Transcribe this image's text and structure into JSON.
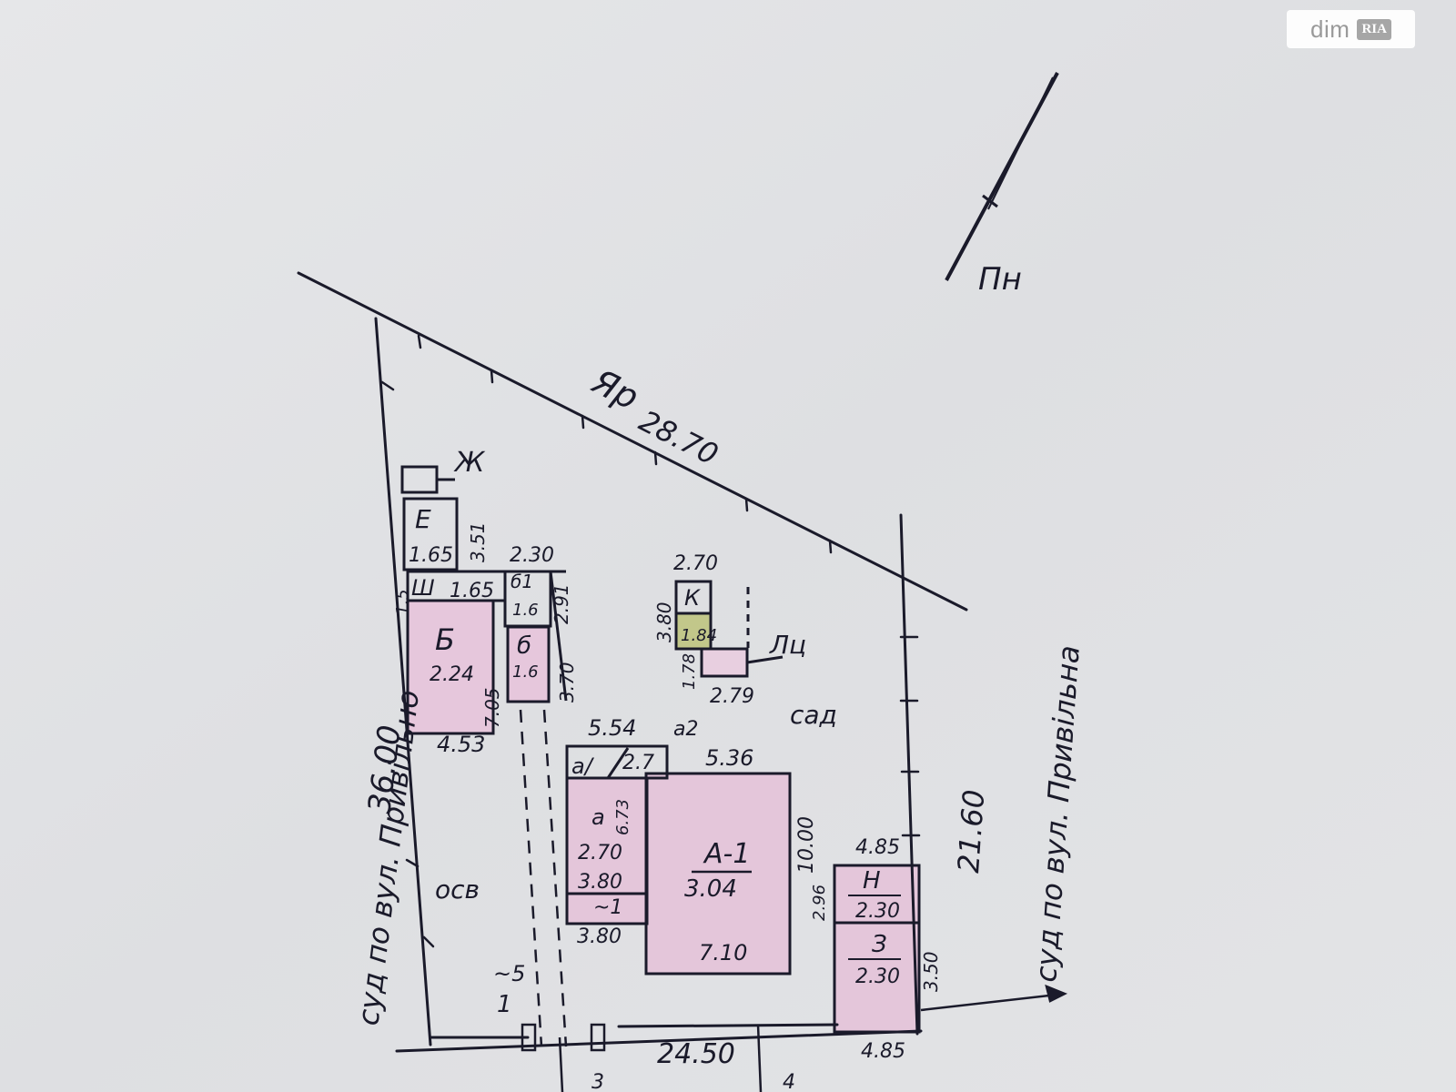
{
  "watermark": {
    "brand": "dim",
    "badge": "RIA"
  },
  "north_label": "Пн",
  "colors": {
    "ink": "#1a1a2a",
    "pink": "#e4c6da",
    "olive": "#c2c78a",
    "paper": "#e4e5e7"
  },
  "plot": {
    "side_top": "28.70",
    "side_top_text": "Яр",
    "side_left": "36.00",
    "side_left_text": "суд по вул. Привільно",
    "side_right": "21.60",
    "side_right_text": "суд по вул. Привільна",
    "side_bottom": "24.50",
    "yard_labels": [
      "осв",
      "сад"
    ]
  },
  "buildings": {
    "A": {
      "label": "А-1",
      "area": "3.04",
      "width": "7.10",
      "height": "10.00",
      "top": "5.36"
    },
    "a": {
      "label": "а",
      "dim1": "2.70",
      "dim2": "3.80",
      "height": "6.73",
      "top": "2.7",
      "sub": "~1",
      "bottom": "3.80",
      "over": "5.54",
      "over_mark": "а2",
      "side": "2.96"
    },
    "a1": {
      "label": "а/"
    },
    "B": {
      "label": "Б",
      "width": "2.24",
      "bottom": "4.53",
      "height": "7.05"
    },
    "b": {
      "label": "б",
      "width": "1.6",
      "height": "3.70"
    },
    "b1": {
      "label": "б1",
      "width": "1.6",
      "height": "2.91",
      "top": "2.30"
    },
    "W": {
      "label": "Ш",
      "width": "1.65",
      "side": "1.5"
    },
    "E": {
      "label": "Е",
      "width": "1.65",
      "height": "3.51"
    },
    "Zh": {
      "label": "Ж"
    },
    "K": {
      "label": "К",
      "width": "1.84",
      "top": "2.70",
      "height": "3.80"
    },
    "L": {
      "label": "Лц",
      "width": "2.79",
      "height": "1.78"
    },
    "H": {
      "label": "Н",
      "width": "2.30",
      "top": "4.85",
      "height": "3.50"
    },
    "Z": {
      "label": "З",
      "width": "2.30",
      "bottom": "4.85"
    }
  },
  "misc": {
    "gate": "~5",
    "gate2": "4",
    "entry": "3",
    "tick_mark": "1"
  }
}
